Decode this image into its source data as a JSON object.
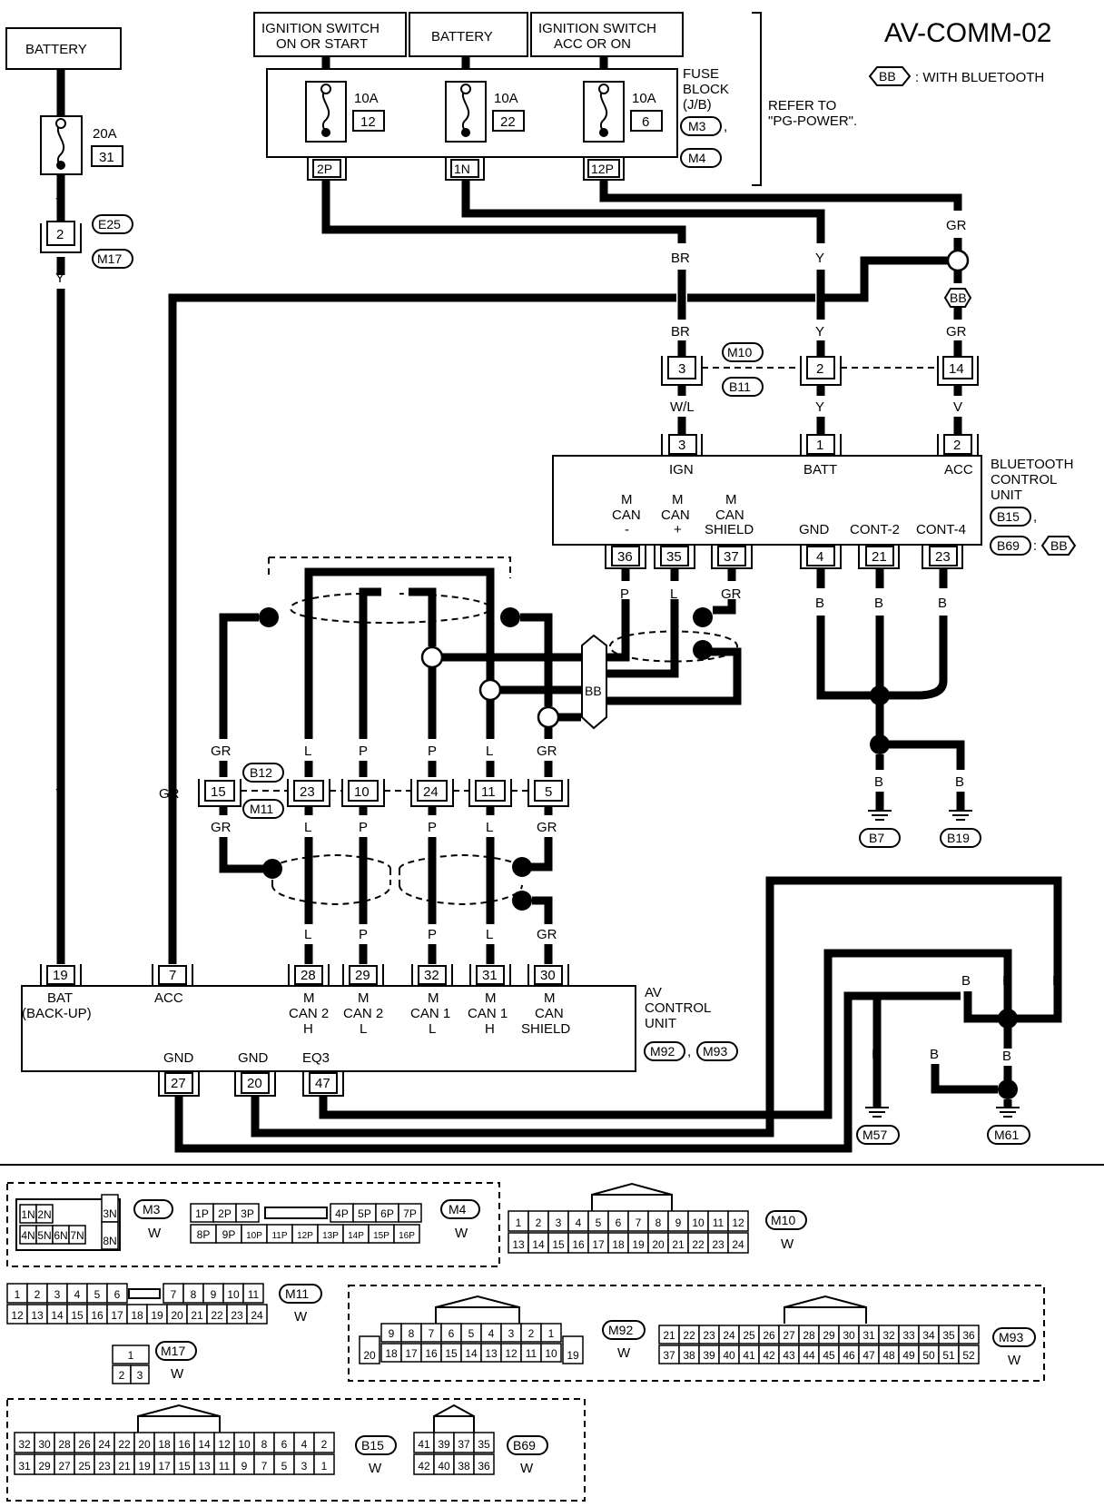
{
  "title": "AV-COMM-02",
  "legend": {
    "tag": "BB",
    "text": ": WITH BLUETOOTH"
  },
  "power": {
    "battery_left": "BATTERY",
    "ign_on_start": [
      "IGNITION SWITCH",
      "ON OR START"
    ],
    "battery_top": "BATTERY",
    "ign_acc_on": [
      "IGNITION SWITCH",
      "ACC OR ON"
    ],
    "fuse_block": [
      "FUSE",
      "BLOCK",
      "(J/B)"
    ],
    "refer": [
      "REFER TO",
      "\"PG-POWER\"."
    ],
    "fuse_block_conn1": "M3",
    "fuse_block_conn2": "M4",
    "fuses": [
      {
        "amp": "10A",
        "num": "12",
        "term": "2P"
      },
      {
        "amp": "10A",
        "num": "22",
        "term": "1N"
      },
      {
        "amp": "10A",
        "num": "6",
        "term": "12P"
      }
    ],
    "fuse_left": {
      "amp": "20A",
      "num": "31"
    }
  },
  "wire_colors": {
    "Y": "Y",
    "GR": "GR",
    "BR": "BR",
    "WL": "W/L",
    "V": "V",
    "P": "P",
    "L": "L",
    "B": "B"
  },
  "connectors": {
    "E25": "E25",
    "M17": "M17",
    "M10": "M10",
    "B11": "B11",
    "B12": "B12",
    "M11": "M11",
    "B15": "B15",
    "B69": "B69",
    "B7": "B7",
    "B19": "B19",
    "M57": "M57",
    "M61": "M61",
    "M92": "M92",
    "M93": "M93",
    "BB": "BB"
  },
  "pin_labels": {
    "e25_pin": "2",
    "m10_pins": [
      "3",
      "2",
      "14"
    ],
    "bt_top_pins": [
      "3",
      "1",
      "2"
    ],
    "bt_bottom_pins": [
      "36",
      "35",
      "37",
      "4",
      "21",
      "23"
    ],
    "b12_pins": [
      "15",
      "23",
      "10",
      "24",
      "11",
      "5"
    ],
    "av_top_pins": [
      "19",
      "7",
      "28",
      "29",
      "32",
      "31",
      "30"
    ],
    "av_bottom_pins": [
      "27",
      "20",
      "47"
    ]
  },
  "bluetooth_unit": {
    "name": [
      "BLUETOOTH",
      "CONTROL",
      "UNIT"
    ],
    "ign": "IGN",
    "batt": "BATT",
    "acc": "ACC",
    "mcan_minus": [
      "M",
      "CAN",
      "-"
    ],
    "mcan_plus": [
      "M",
      "CAN",
      "+"
    ],
    "mcan_shield": [
      "M",
      "CAN",
      "SHIELD"
    ],
    "gnd": "GND",
    "cont2": "CONT-2",
    "cont4": "CONT-4"
  },
  "av_unit": {
    "name": [
      "AV",
      "CONTROL",
      "UNIT"
    ],
    "bat": [
      "BAT",
      "(BACK-UP)"
    ],
    "acc": "ACC",
    "can2h": [
      "M",
      "CAN 2",
      "H"
    ],
    "can2l": [
      "M",
      "CAN 2",
      "L"
    ],
    "can1l": [
      "M",
      "CAN 1",
      "L"
    ],
    "can1h": [
      "M",
      "CAN 1",
      "H"
    ],
    "shield": [
      "M",
      "CAN",
      "SHIELD"
    ],
    "gnd1": "GND",
    "gnd2": "GND",
    "eq3": "EQ3"
  },
  "connector_views": {
    "color": "W",
    "m3_top": [
      "1N",
      "2N",
      "3N"
    ],
    "m3_bot": [
      "4N",
      "5N",
      "6N",
      "7N",
      "8N"
    ],
    "m4_top": [
      "1P",
      "2P",
      "3P",
      "4P",
      "5P",
      "6P",
      "7P"
    ],
    "m4_bot": [
      "8P",
      "9P",
      "10P",
      "11P",
      "12P",
      "13P",
      "14P",
      "15P",
      "16P"
    ],
    "m10_top": [
      "1",
      "2",
      "3",
      "4",
      "5",
      "6",
      "7",
      "8",
      "9",
      "10",
      "11",
      "12"
    ],
    "m10_bot": [
      "13",
      "14",
      "15",
      "16",
      "17",
      "18",
      "19",
      "20",
      "21",
      "22",
      "23",
      "24"
    ],
    "m11_top": [
      "1",
      "2",
      "3",
      "4",
      "5",
      "6",
      "7",
      "8",
      "9",
      "10",
      "11"
    ],
    "m11_bot": [
      "12",
      "13",
      "14",
      "15",
      "16",
      "17",
      "18",
      "19",
      "20",
      "21",
      "22",
      "23",
      "24"
    ],
    "m17_top": [
      "1"
    ],
    "m17_bot": [
      "2",
      "3"
    ],
    "m92_top": [
      "9",
      "8",
      "7",
      "6",
      "5",
      "4",
      "3",
      "2",
      "1"
    ],
    "m92_bot": [
      "18",
      "17",
      "16",
      "15",
      "14",
      "13",
      "12",
      "11",
      "10"
    ],
    "m92_side": [
      "20",
      "19"
    ],
    "m93_top": [
      "21",
      "22",
      "23",
      "24",
      "25",
      "26",
      "27",
      "28",
      "29",
      "30",
      "31",
      "32",
      "33",
      "34",
      "35",
      "36"
    ],
    "m93_bot": [
      "37",
      "38",
      "39",
      "40",
      "41",
      "42",
      "43",
      "44",
      "45",
      "46",
      "47",
      "48",
      "49",
      "50",
      "51",
      "52"
    ],
    "b15_top": [
      "32",
      "30",
      "28",
      "26",
      "24",
      "22",
      "20",
      "18",
      "16",
      "14",
      "12",
      "10",
      "8",
      "6",
      "4",
      "2"
    ],
    "b15_bot": [
      "31",
      "29",
      "27",
      "25",
      "23",
      "21",
      "19",
      "17",
      "15",
      "13",
      "11",
      "9",
      "7",
      "5",
      "3",
      "1"
    ],
    "b69_top": [
      "41",
      "39",
      "37",
      "35"
    ],
    "b69_bot": [
      "42",
      "40",
      "38",
      "36"
    ]
  }
}
